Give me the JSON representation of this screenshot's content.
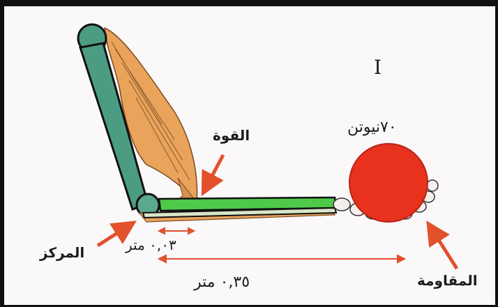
{
  "labels": {
    "panel": "I",
    "force": "القوة",
    "weight": "٧٠نيوتن",
    "fulcrum": "المركز",
    "resistance": "المقاومة",
    "short_distance": "٠,٠٣ متر",
    "long_distance": "٠,٣٥ متر"
  },
  "colors": {
    "bone": "#3f9c82",
    "radius_bone": "#4ec94a",
    "muscle": "#e9a35b",
    "ball": "#e8321e",
    "arrow": "#e2502c"
  }
}
